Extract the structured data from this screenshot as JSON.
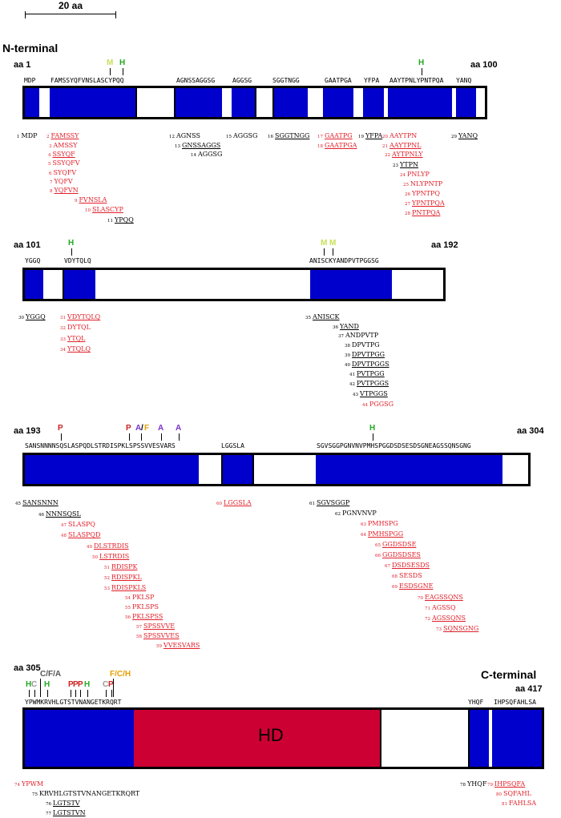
{
  "scale": "20 aa",
  "n_terminal": "N-terminal",
  "c_terminal": "C-terminal",
  "hd_label": "HD",
  "colors": {
    "domain_blue": "#0000cc",
    "hd_red": "#cc0033",
    "peptide_red": "#e0202a",
    "M": "#c8e05a",
    "H": "#22aa22",
    "P": "#cc2222",
    "A": "#7733cc",
    "F": "#e6a000",
    "C": "#999999"
  },
  "rows": [
    {
      "aa_start": "aa 1",
      "aa_end": "aa 100",
      "seq": [
        "MDP",
        "FAMSSYQFVNSLASCYPQQ",
        "AGNSSAGGSG",
        "AGGSG",
        "SGGTNGG",
        "GAATPGA",
        "YFPA",
        "AAYTPNLYPNTPQA",
        "YANQ"
      ],
      "markers": [
        "M",
        "H",
        "H"
      ],
      "peptides": [
        {
          "n": "1",
          "s": "MDP",
          "c": "b",
          "u": false
        },
        {
          "n": "2",
          "s": "FAMSSY",
          "c": "r",
          "u": true
        },
        {
          "n": "3",
          "s": "AMSSY",
          "c": "r",
          "u": false
        },
        {
          "n": "4",
          "s": "SSYQF",
          "c": "r",
          "u": true
        },
        {
          "n": "5",
          "s": "SSYQFV",
          "c": "r",
          "u": false
        },
        {
          "n": "6",
          "s": "SYQFV",
          "c": "r",
          "u": false
        },
        {
          "n": "7",
          "s": "YQFV",
          "c": "r",
          "u": false
        },
        {
          "n": "8",
          "s": "YQFVN",
          "c": "r",
          "u": true
        },
        {
          "n": "9",
          "s": "FVNSLA",
          "c": "r",
          "u": true
        },
        {
          "n": "10",
          "s": "SLASCYP",
          "c": "r",
          "u": true
        },
        {
          "n": "11",
          "s": "YPQQ",
          "c": "b",
          "u": true
        },
        {
          "n": "12",
          "s": "AGNSS",
          "c": "b",
          "u": false
        },
        {
          "n": "13",
          "s": "GNSSAGGS",
          "c": "b",
          "u": true
        },
        {
          "n": "14",
          "s": "AGGSG",
          "c": "b",
          "u": false
        },
        {
          "n": "15",
          "s": "AGGSG",
          "c": "b",
          "u": false
        },
        {
          "n": "16",
          "s": "SGGTNGG",
          "c": "b",
          "u": true
        },
        {
          "n": "17",
          "s": "GAATPG",
          "c": "r",
          "u": true
        },
        {
          "n": "18",
          "s": "GAATPGA",
          "c": "r",
          "u": true
        },
        {
          "n": "19",
          "s": "YFPA",
          "c": "b",
          "u": true
        },
        {
          "n": "20",
          "s": "AAYTPN",
          "c": "r",
          "u": false
        },
        {
          "n": "21",
          "s": "AAYTPNL",
          "c": "r",
          "u": true
        },
        {
          "n": "22",
          "s": "AYTPNLY",
          "c": "r",
          "u": true
        },
        {
          "n": "23",
          "s": "YTPN",
          "c": "b",
          "u": true
        },
        {
          "n": "24",
          "s": "PNLYP",
          "c": "r",
          "u": false
        },
        {
          "n": "25",
          "s": "NLYPNTP",
          "c": "r",
          "u": false
        },
        {
          "n": "26",
          "s": "YPNTPQ",
          "c": "r",
          "u": false
        },
        {
          "n": "27",
          "s": "YPNTPQA",
          "c": "r",
          "u": true
        },
        {
          "n": "28",
          "s": "PNTPQA",
          "c": "r",
          "u": true
        },
        {
          "n": "29",
          "s": "YANQ",
          "c": "b",
          "u": true
        }
      ]
    },
    {
      "aa_start": "aa 101",
      "aa_end": "aa 192",
      "seq": [
        "YGGQ",
        "VDYTQLQ",
        "ANISCKYANDPVTPGGSG"
      ],
      "markers": [
        "H",
        "M",
        "M"
      ],
      "peptides": [
        {
          "n": "30",
          "s": "YGGQ",
          "c": "b",
          "u": true
        },
        {
          "n": "31",
          "s": "VDYTQLQ",
          "c": "r",
          "u": true
        },
        {
          "n": "32",
          "s": "DYTQL",
          "c": "r",
          "u": false
        },
        {
          "n": "33",
          "s": "YTQL",
          "c": "r",
          "u": true
        },
        {
          "n": "34",
          "s": "YTQLQ",
          "c": "r",
          "u": true
        },
        {
          "n": "35",
          "s": "ANISCK",
          "c": "b",
          "u": true
        },
        {
          "n": "36",
          "s": "YAND",
          "c": "b",
          "u": true
        },
        {
          "n": "37",
          "s": "ANDPVTP",
          "c": "b",
          "u": false
        },
        {
          "n": "38",
          "s": "DPVTPG",
          "c": "b",
          "u": false
        },
        {
          "n": "39",
          "s": "DPVTPGG",
          "c": "b",
          "u": true
        },
        {
          "n": "40",
          "s": "DPVTPGGS",
          "c": "b",
          "u": true
        },
        {
          "n": "41",
          "s": "PVTPGG",
          "c": "b",
          "u": true
        },
        {
          "n": "42",
          "s": "PVTPGGS",
          "c": "b",
          "u": true
        },
        {
          "n": "43",
          "s": "VTPGGS",
          "c": "b",
          "u": true
        },
        {
          "n": "44",
          "s": "PGGSG",
          "c": "r",
          "u": false
        }
      ]
    },
    {
      "aa_start": "aa 193",
      "aa_end": "aa 304",
      "seq": [
        "SANSNNNNSQSLASPQDLSTRDISPKLSPSSVVESVARS",
        "LGGSLA",
        "SGVSGGPGNVNVPMHSPGGDSDSESDSGNEAGSSQNSGNG"
      ],
      "markers": [
        "P",
        "P",
        "A",
        "F",
        "A",
        "A",
        "H"
      ],
      "peptides": [
        {
          "n": "45",
          "s": "SANSNNN",
          "c": "b",
          "u": true
        },
        {
          "n": "46",
          "s": "NNNSQSL",
          "c": "b",
          "u": true
        },
        {
          "n": "47",
          "s": "SLASPQ",
          "c": "r",
          "u": false
        },
        {
          "n": "48",
          "s": "SLASPQD",
          "c": "r",
          "u": true
        },
        {
          "n": "49",
          "s": "DLSTRDIS",
          "c": "r",
          "u": true
        },
        {
          "n": "50",
          "s": "LSTRDIS",
          "c": "r",
          "u": true
        },
        {
          "n": "51",
          "s": "RDISPK",
          "c": "r",
          "u": true
        },
        {
          "n": "52",
          "s": "RDISPKL",
          "c": "r",
          "u": true
        },
        {
          "n": "53",
          "s": "RDISPKLS",
          "c": "r",
          "u": true
        },
        {
          "n": "54",
          "s": "PKLSP",
          "c": "r",
          "u": false
        },
        {
          "n": "55",
          "s": "PKLSPS",
          "c": "r",
          "u": false
        },
        {
          "n": "56",
          "s": "PKLSPSS",
          "c": "r",
          "u": true
        },
        {
          "n": "57",
          "s": "SPSSVVE",
          "c": "r",
          "u": true
        },
        {
          "n": "58",
          "s": "SPSSVVES",
          "c": "r",
          "u": true
        },
        {
          "n": "59",
          "s": "VVESVARS",
          "c": "r",
          "u": true
        },
        {
          "n": "60",
          "s": "LGGSLA",
          "c": "r",
          "u": true
        },
        {
          "n": "61",
          "s": "SGVSGGP",
          "c": "b",
          "u": true
        },
        {
          "n": "62",
          "s": "PGNVNVP",
          "c": "b",
          "u": false
        },
        {
          "n": "63",
          "s": "PMHSPG",
          "c": "r",
          "u": false
        },
        {
          "n": "64",
          "s": "PMHSPGG",
          "c": "r",
          "u": true
        },
        {
          "n": "65",
          "s": "GGDSDSE",
          "c": "r",
          "u": true
        },
        {
          "n": "66",
          "s": "GGDSDSES",
          "c": "r",
          "u": true
        },
        {
          "n": "67",
          "s": "DSDSESDS",
          "c": "r",
          "u": true
        },
        {
          "n": "68",
          "s": "SESDS",
          "c": "r",
          "u": false
        },
        {
          "n": "69",
          "s": "ESDSGNE",
          "c": "r",
          "u": true
        },
        {
          "n": "70",
          "s": "EAGSSQNS",
          "c": "r",
          "u": true
        },
        {
          "n": "71",
          "s": "AGSSQ",
          "c": "r",
          "u": false
        },
        {
          "n": "72",
          "s": "AGSSQNS",
          "c": "r",
          "u": true
        },
        {
          "n": "73",
          "s": "SQNSGNG",
          "c": "r",
          "u": true
        }
      ]
    },
    {
      "aa_start": "aa 305",
      "aa_end": "aa 417",
      "seq": [
        "YPWMKRVHLGTSTVNANGETKRQRT",
        "YHQF",
        "IHPSQFAHLSA"
      ],
      "markers": [
        "H",
        "C",
        "C/F/A",
        "H",
        "P",
        "P",
        "P",
        "H",
        "C",
        "P",
        "F/C/H"
      ],
      "peptides": [
        {
          "n": "74",
          "s": "YPWM",
          "c": "r",
          "u": false
        },
        {
          "n": "75",
          "s": "KRVHLGTSTVNANGETKRQRT",
          "c": "b",
          "u": false
        },
        {
          "n": "76",
          "s": "LGTSTV",
          "c": "b",
          "u": true
        },
        {
          "n": "77",
          "s": "LGTSTVN",
          "c": "b",
          "u": true
        },
        {
          "n": "78",
          "s": "YHQF",
          "c": "b",
          "u": false
        },
        {
          "n": "79",
          "s": "IHPSQFA",
          "c": "r",
          "u": true
        },
        {
          "n": "80",
          "s": "SQFAHL",
          "c": "r",
          "u": false
        },
        {
          "n": "81",
          "s": "FAHLSA",
          "c": "r",
          "u": false
        }
      ]
    }
  ]
}
